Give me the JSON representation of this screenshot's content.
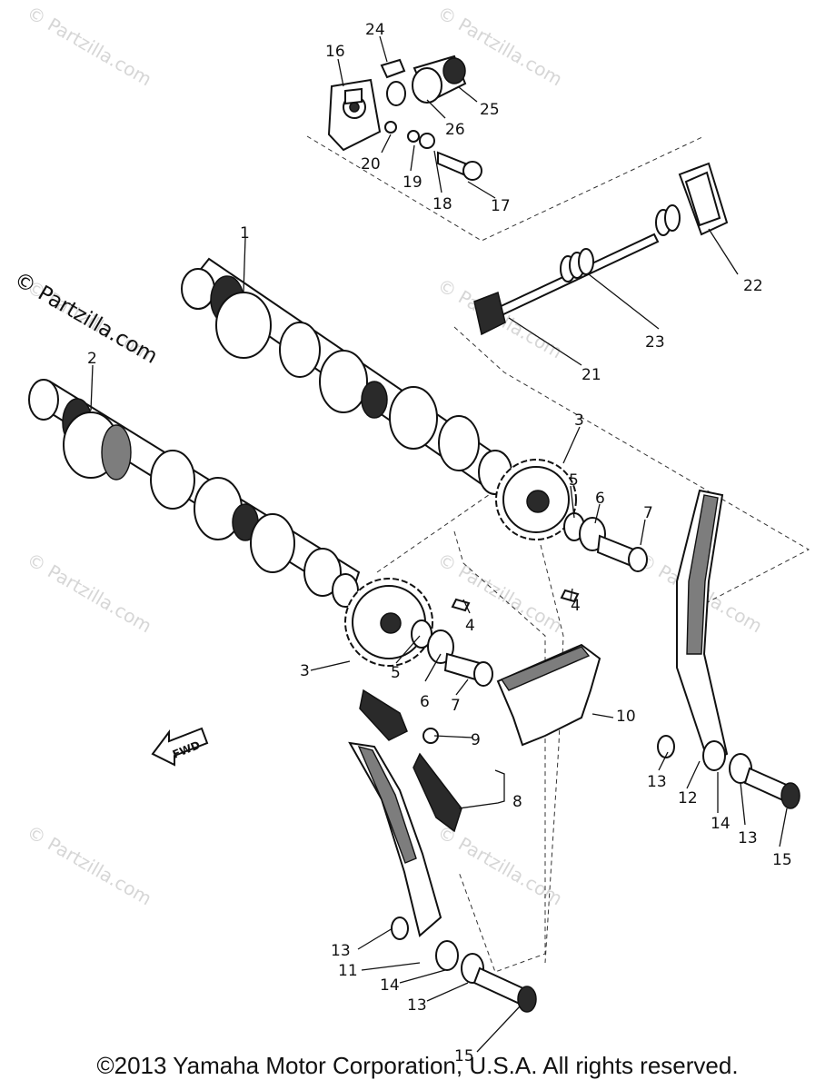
{
  "watermarks": [
    "© Partzilla.com",
    "© Partzilla.com",
    "© Partzilla.com",
    "© Partzilla.com",
    "© Partzilla.com",
    "© Partzilla.com",
    "© Partzilla.com",
    "© Partzilla.com",
    "© Partzilla.com"
  ],
  "side_watermark": "© Partzilla.com",
  "fwd_label": "FWD",
  "callouts": [
    "1",
    "2",
    "3",
    "3",
    "4",
    "4",
    "5",
    "5",
    "6",
    "6",
    "7",
    "7",
    "8",
    "9",
    "10",
    "11",
    "12",
    "13",
    "13",
    "13",
    "13",
    "14",
    "14",
    "15",
    "15",
    "16",
    "17",
    "18",
    "19",
    "20",
    "21",
    "22",
    "23",
    "24",
    "25",
    "26"
  ],
  "copyright": "©2013 Yamaha Motor Corporation, U.S.A. All rights reserved."
}
